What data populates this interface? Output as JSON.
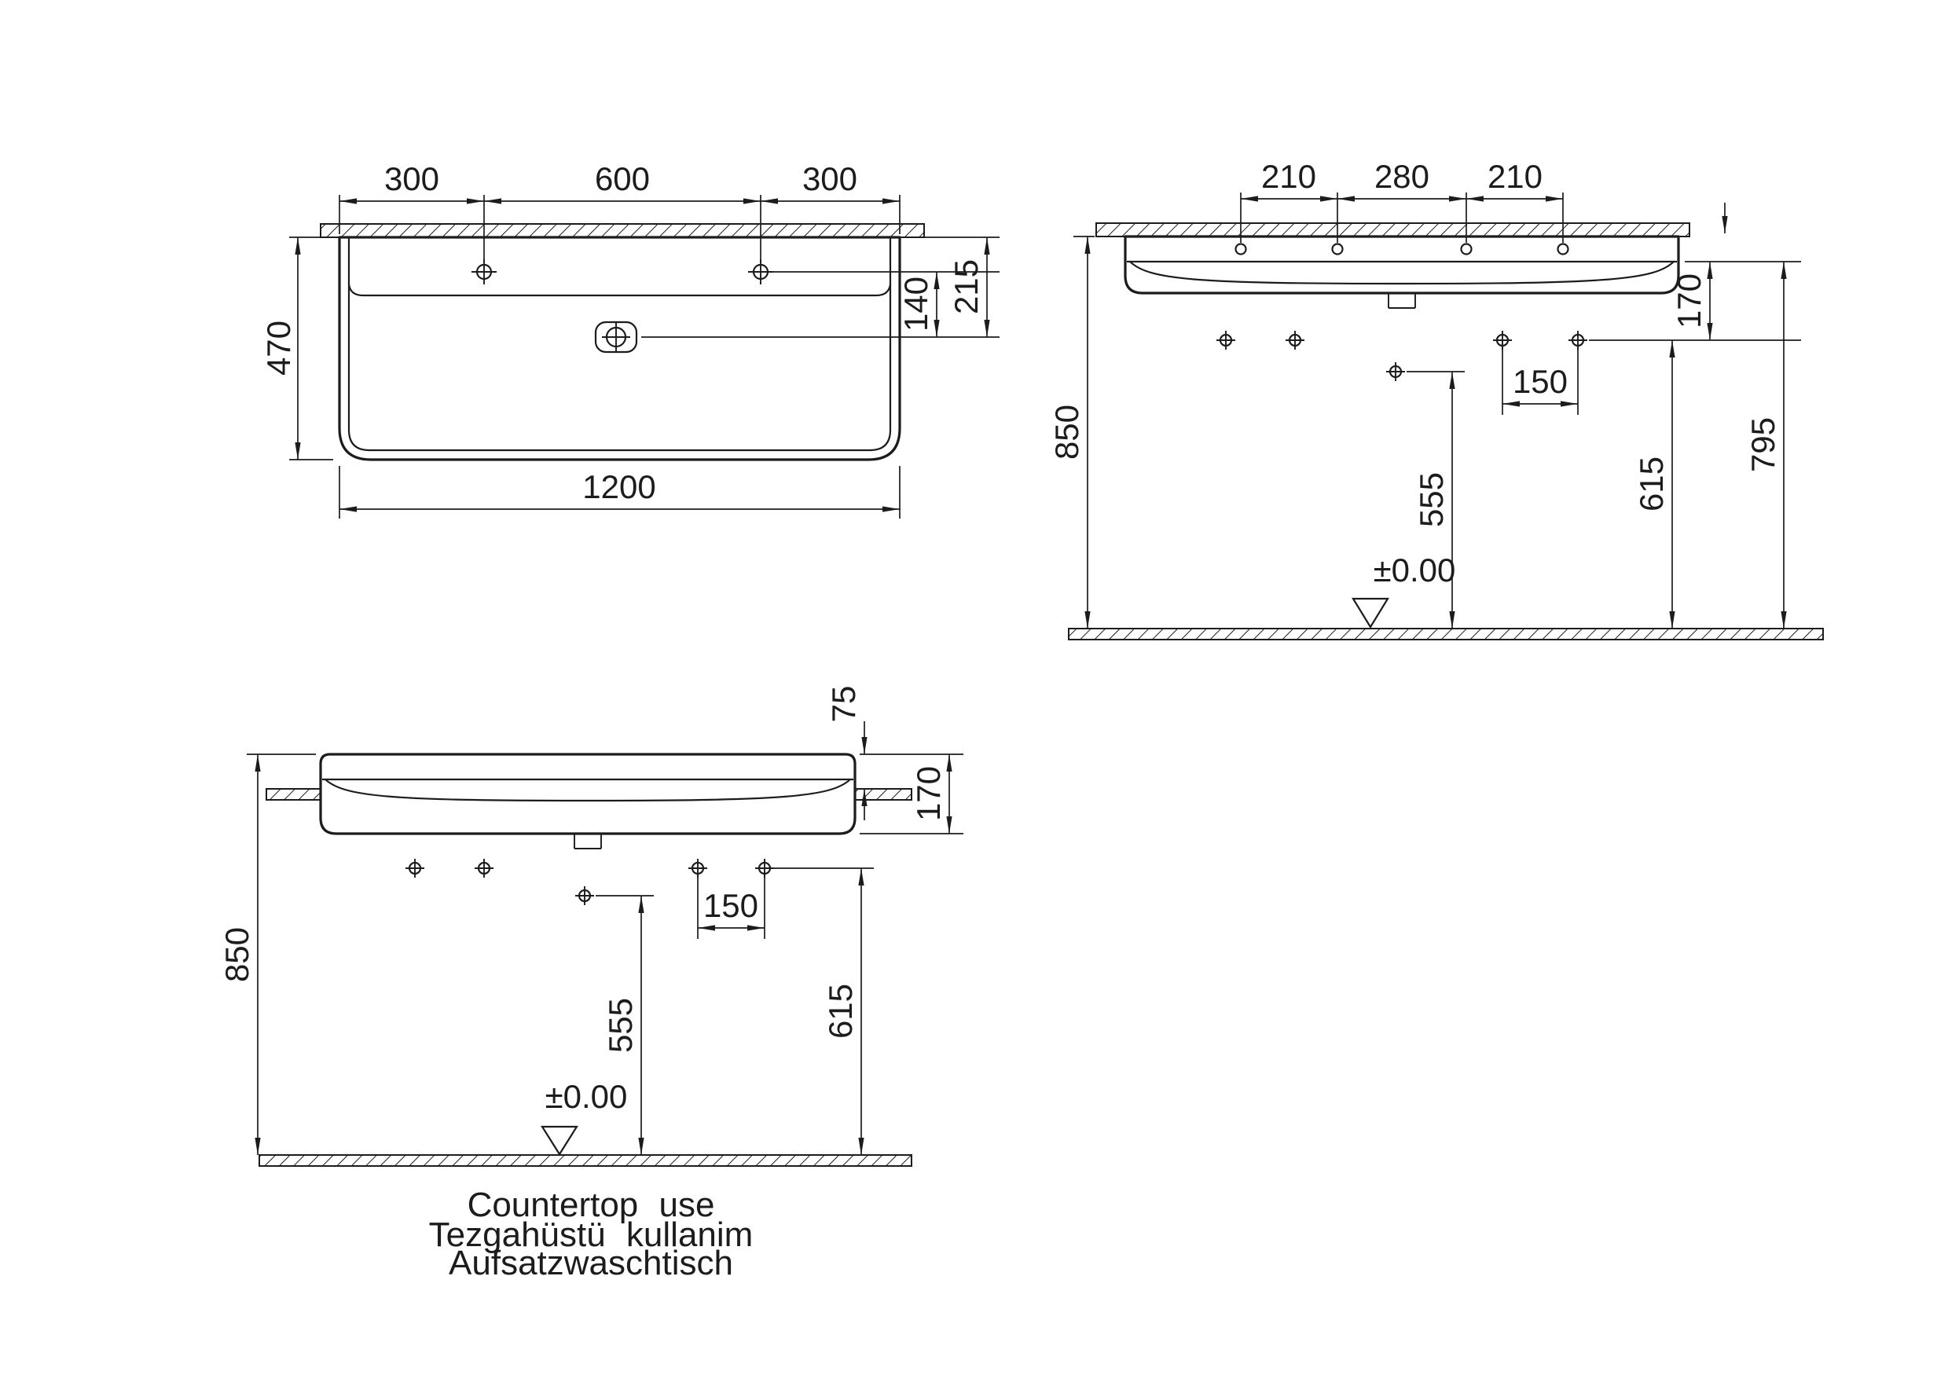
{
  "drawing": {
    "background": "#ffffff",
    "ink": "#1c1c1c",
    "subject": "washbasin-technical-drawing"
  },
  "plan": {
    "dim_300_left": "300",
    "dim_600": "600",
    "dim_300_right": "300",
    "dim_470": "470",
    "dim_140": "140",
    "dim_215": "215",
    "dim_1200": "1200"
  },
  "front": {
    "dim_210_left": "210",
    "dim_280": "280",
    "dim_210_right": "210",
    "dim_850": "850",
    "dim_795": "795",
    "dim_170": "170",
    "dim_150": "150",
    "dim_615": "615",
    "dim_555": "555",
    "datum": "±0.00"
  },
  "countertop": {
    "dim_75": "75",
    "dim_170": "170",
    "dim_850": "850",
    "dim_150": "150",
    "dim_615": "615",
    "dim_555": "555",
    "datum": "±0.00",
    "caption_line_1": "Countertop use",
    "caption_line_2": "Tezgahüstü kullanim",
    "caption_line_3": "Aufsatzwaschtisch"
  }
}
